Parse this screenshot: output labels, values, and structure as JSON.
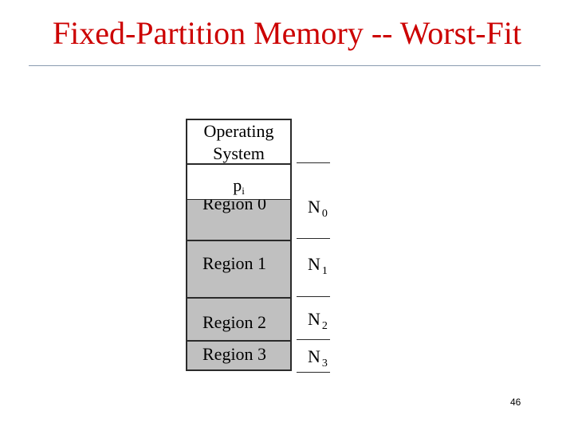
{
  "title": "Fixed-Partition Memory -- Worst-Fit",
  "memory": {
    "os_line1": "Operating",
    "os_line2": "System",
    "process": {
      "name": "p",
      "subscript": "i"
    },
    "regions": [
      {
        "label": "Region 0",
        "size_name": "N",
        "size_index": "0"
      },
      {
        "label": "Region 1",
        "size_name": "N",
        "size_index": "1"
      },
      {
        "label": "Region 2",
        "size_name": "N",
        "size_index": "2"
      },
      {
        "label": "Region 3",
        "size_name": "N",
        "size_index": "3"
      }
    ]
  },
  "page_number": "46",
  "colors": {
    "title": "#cc0000",
    "region_fill": "#c0c0c0",
    "rule": "#8a9bb0"
  }
}
